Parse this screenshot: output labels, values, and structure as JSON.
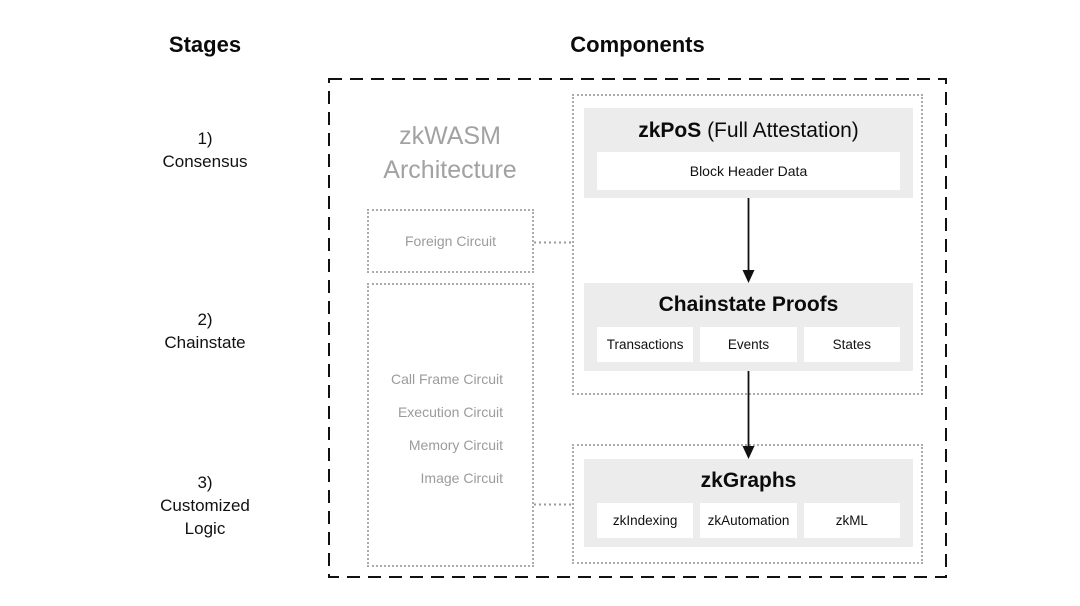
{
  "headers": {
    "stages": "Stages",
    "components": "Components"
  },
  "stages": [
    {
      "number": "1)",
      "label": "Consensus"
    },
    {
      "number": "2)",
      "label": "Chainstate"
    },
    {
      "number": "3)",
      "label": "Customized Logic"
    }
  ],
  "architecture": {
    "label": "zkWASM Architecture",
    "foreign_circuit": "Foreign Circuit",
    "circuits": [
      "Call Frame Circuit",
      "Execution Circuit",
      "Memory Circuit",
      "Image Circuit"
    ]
  },
  "zkpos": {
    "title_bold": "zkPoS",
    "title_rest": " (Full Attestation)",
    "item": "Block Header Data"
  },
  "chainstate": {
    "title": "Chainstate Proofs",
    "items": [
      "Transactions",
      "Events",
      "States"
    ]
  },
  "zkgraphs": {
    "title": "zkGraphs",
    "items": [
      "zkIndexing",
      "zkAutomation",
      "zkML"
    ]
  },
  "colors": {
    "panel_fill": "#ececec",
    "gray_text": "#9b9b9b",
    "architecture_text": "#a2a2a2",
    "dotted_border": "#ababab",
    "dashed_frame": "#111111",
    "arrow": "#111111",
    "background": "#ffffff"
  }
}
